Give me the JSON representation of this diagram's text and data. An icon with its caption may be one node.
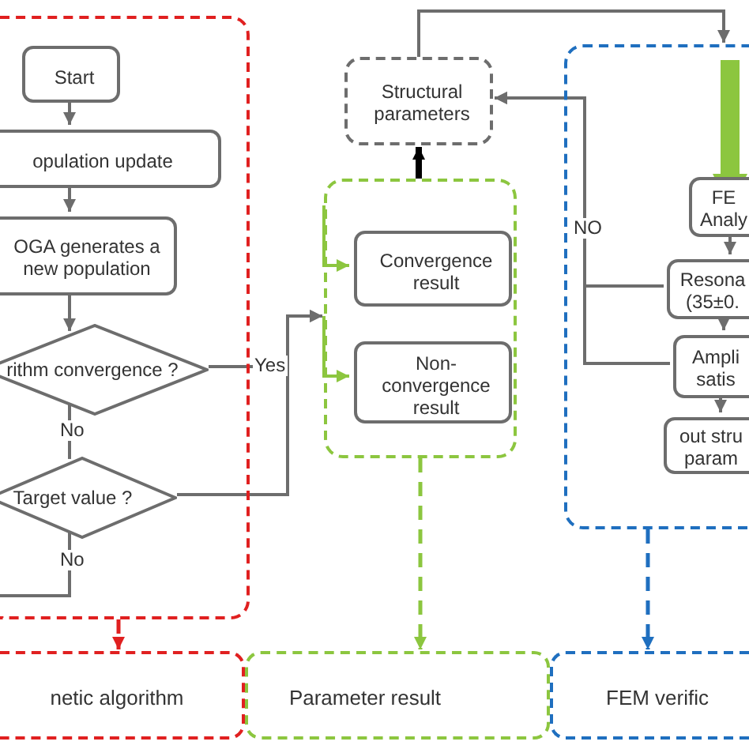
{
  "diagram": {
    "nodes": [
      {
        "text": [],
        "shape": "box"
      },
      {
        "text": [
          "Start"
        ],
        "in": 0
      },
      {
        "text": [
          "opulation update"
        ],
        "in": 0
      },
      {
        "text": [
          "OGA generates a new population"
        ],
        "in": 0
      },
      {
        "text": [
          "rithm convergence ?"
        ],
        "in": 0
      },
      {
        "text": [
          "Target value ?"
        ],
        "in": 0
      },
      {
        "text": [
          "Structural parameters"
        ]
      },
      {
        "text": [],
        "shape": "box"
      },
      {
        "text": [
          "Convergence result"
        ],
        "in": 7
      },
      {
        "text": [
          "Non-convergence result"
        ],
        "in": 7
      },
      {
        "text": [],
        "shape": "box"
      },
      {
        "text": [
          "FE Analy"
        ],
        "in": 10
      },
      {
        "text": [
          "Resona (35±0."
        ],
        "in": 10
      },
      {
        "text": [
          "Ampli satis"
        ],
        "in": 10
      },
      {
        "text": [
          "out stru param"
        ],
        "in": 10
      },
      {
        "text": [
          "netic algorithm"
        ]
      },
      {
        "text": [
          "Parameter result"
        ]
      },
      {
        "text": [
          "FEM verific"
        ]
      }
    ],
    "edges": [
      {
        "from": 1,
        "to": 2,
        "arrow": "to"
      },
      {
        "from": 2,
        "to": 3,
        "arrow": "to"
      },
      {
        "from": 3,
        "to": 4,
        "arrow": "to"
      },
      {
        "from": 4,
        "to": 5,
        "arrow": "none",
        "label": "No"
      },
      {
        "from": 5,
        "to": null,
        "arrow": "none",
        "label": "No"
      },
      {
        "from": 4,
        "to": 7,
        "arrow": "to",
        "label": "Yes"
      },
      {
        "from": 5,
        "to": 7,
        "arrow": "to"
      },
      {
        "from": 7,
        "to": 8,
        "arrow": "to",
        "color": "#8cc63f"
      },
      {
        "from": 7,
        "to": 9,
        "arrow": "to",
        "color": "#8cc63f"
      },
      {
        "from": 7,
        "to": 6,
        "arrow": "to",
        "style": "thick",
        "color": "#000000"
      },
      {
        "from": 12,
        "to": 6,
        "arrow": "to",
        "label": "NO"
      },
      {
        "from": 13,
        "to": 6,
        "arrow": "to"
      },
      {
        "from": 6,
        "to": 10,
        "arrow": "to"
      },
      {
        "from": null,
        "to": 11,
        "arrow": "to",
        "style": "thick",
        "color": "#8cc63f"
      },
      {
        "from": 11,
        "to": 12,
        "arrow": "to"
      },
      {
        "from": 12,
        "to": 13,
        "arrow": "to"
      },
      {
        "from": 13,
        "to": 14,
        "arrow": "to"
      },
      {
        "from": 0,
        "to": 15,
        "arrow": "to",
        "style": "dashed",
        "color": "#e02020"
      },
      {
        "from": 7,
        "to": 16,
        "arrow": "to",
        "style": "dashed",
        "color": "#8cc63f"
      },
      {
        "from": 10,
        "to": 17,
        "arrow": "to",
        "style": "dashed",
        "color": "#1f6fbf"
      }
    ]
  }
}
